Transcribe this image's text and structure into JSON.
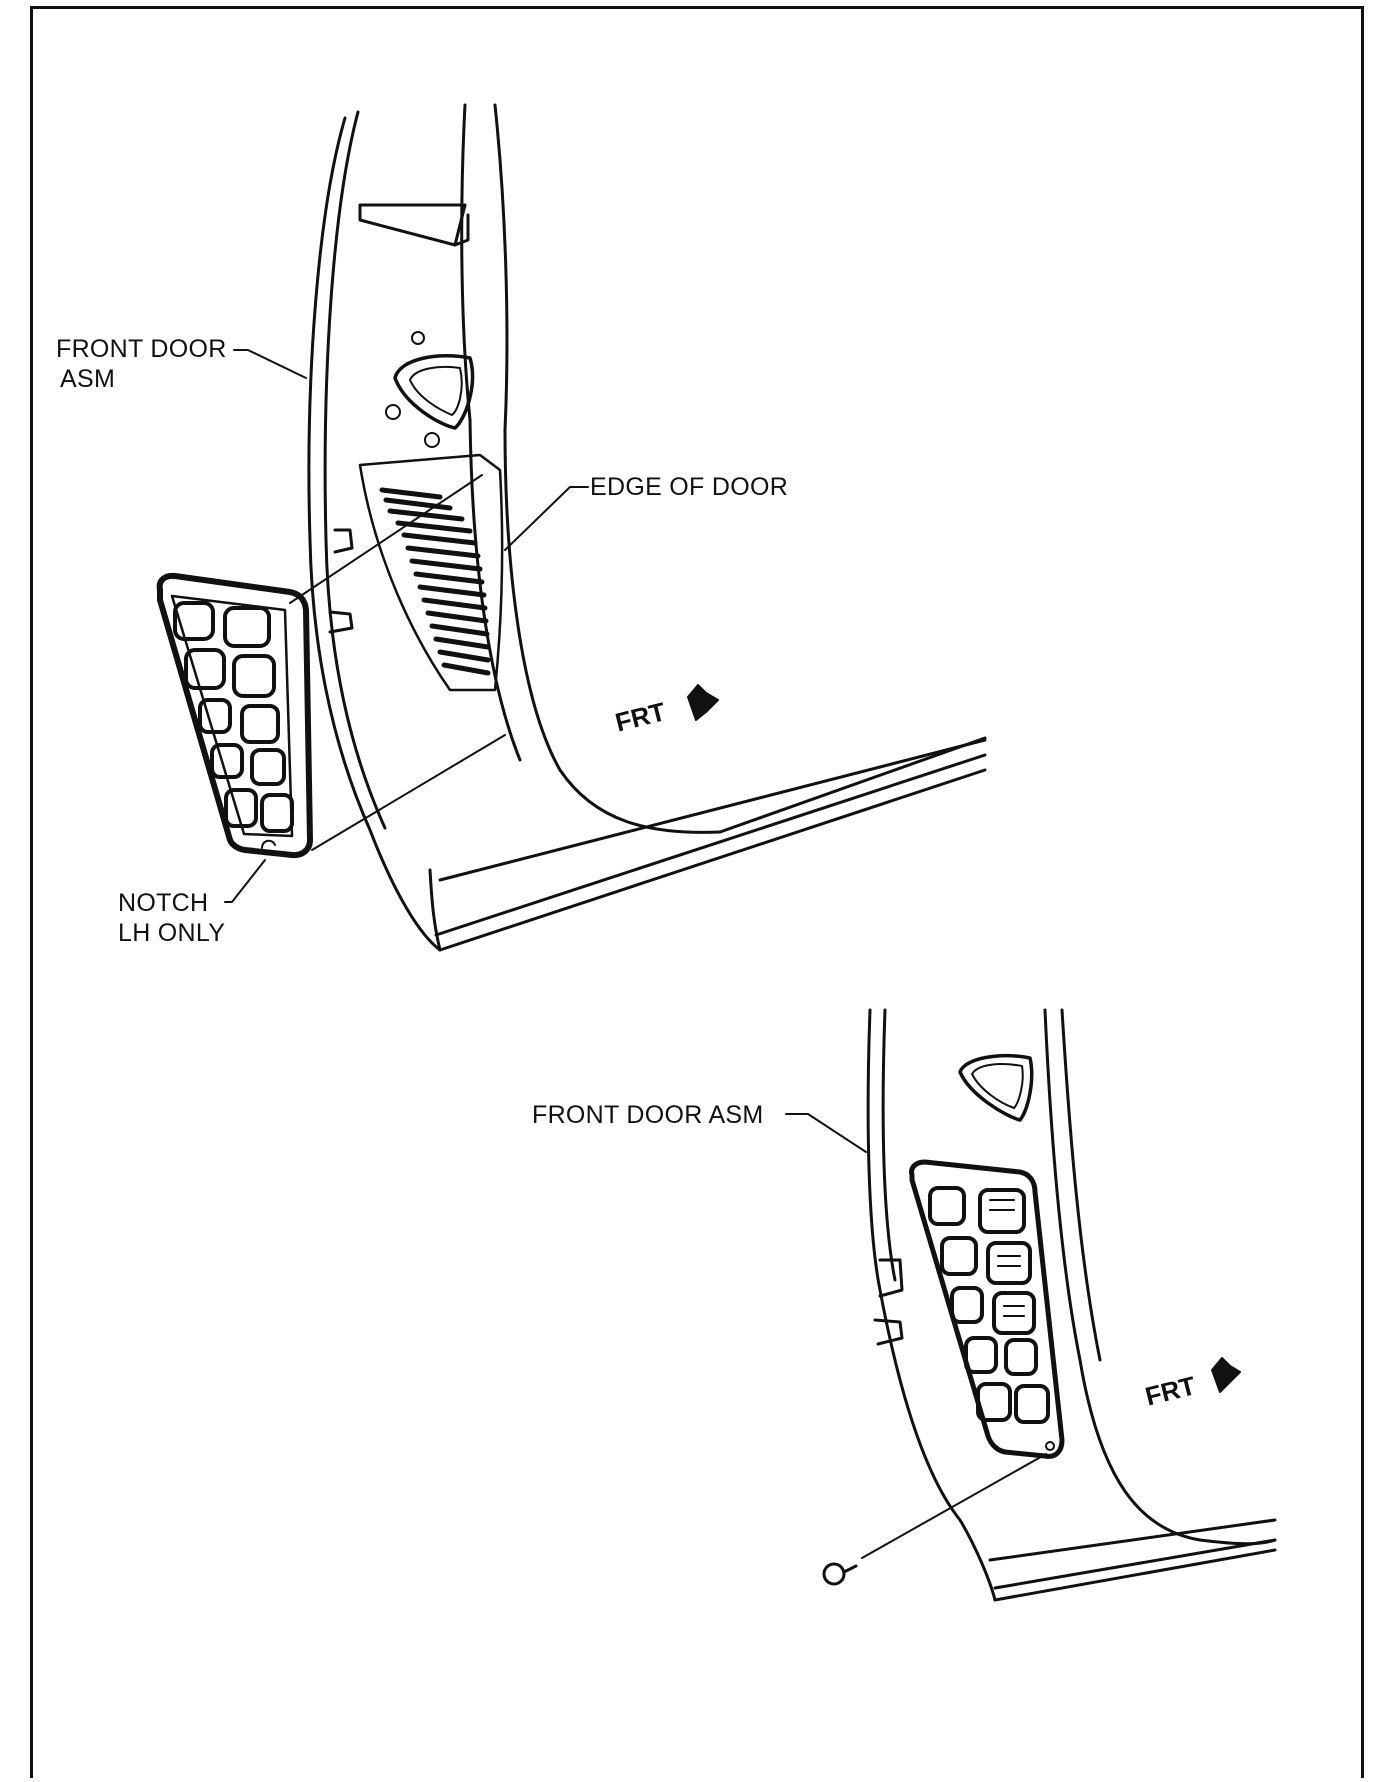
{
  "labels": {
    "front_door_asm_top_line1": "FRONT DOOR",
    "front_door_asm_top_line2": "ASM",
    "edge_of_door": "EDGE OF DOOR",
    "notch_line1": "NOTCH",
    "notch_line2": "LH ONLY",
    "front_door_asm_bottom": "FRONT DOOR ASM",
    "frt_top": "FRT",
    "frt_bottom": "FRT"
  }
}
